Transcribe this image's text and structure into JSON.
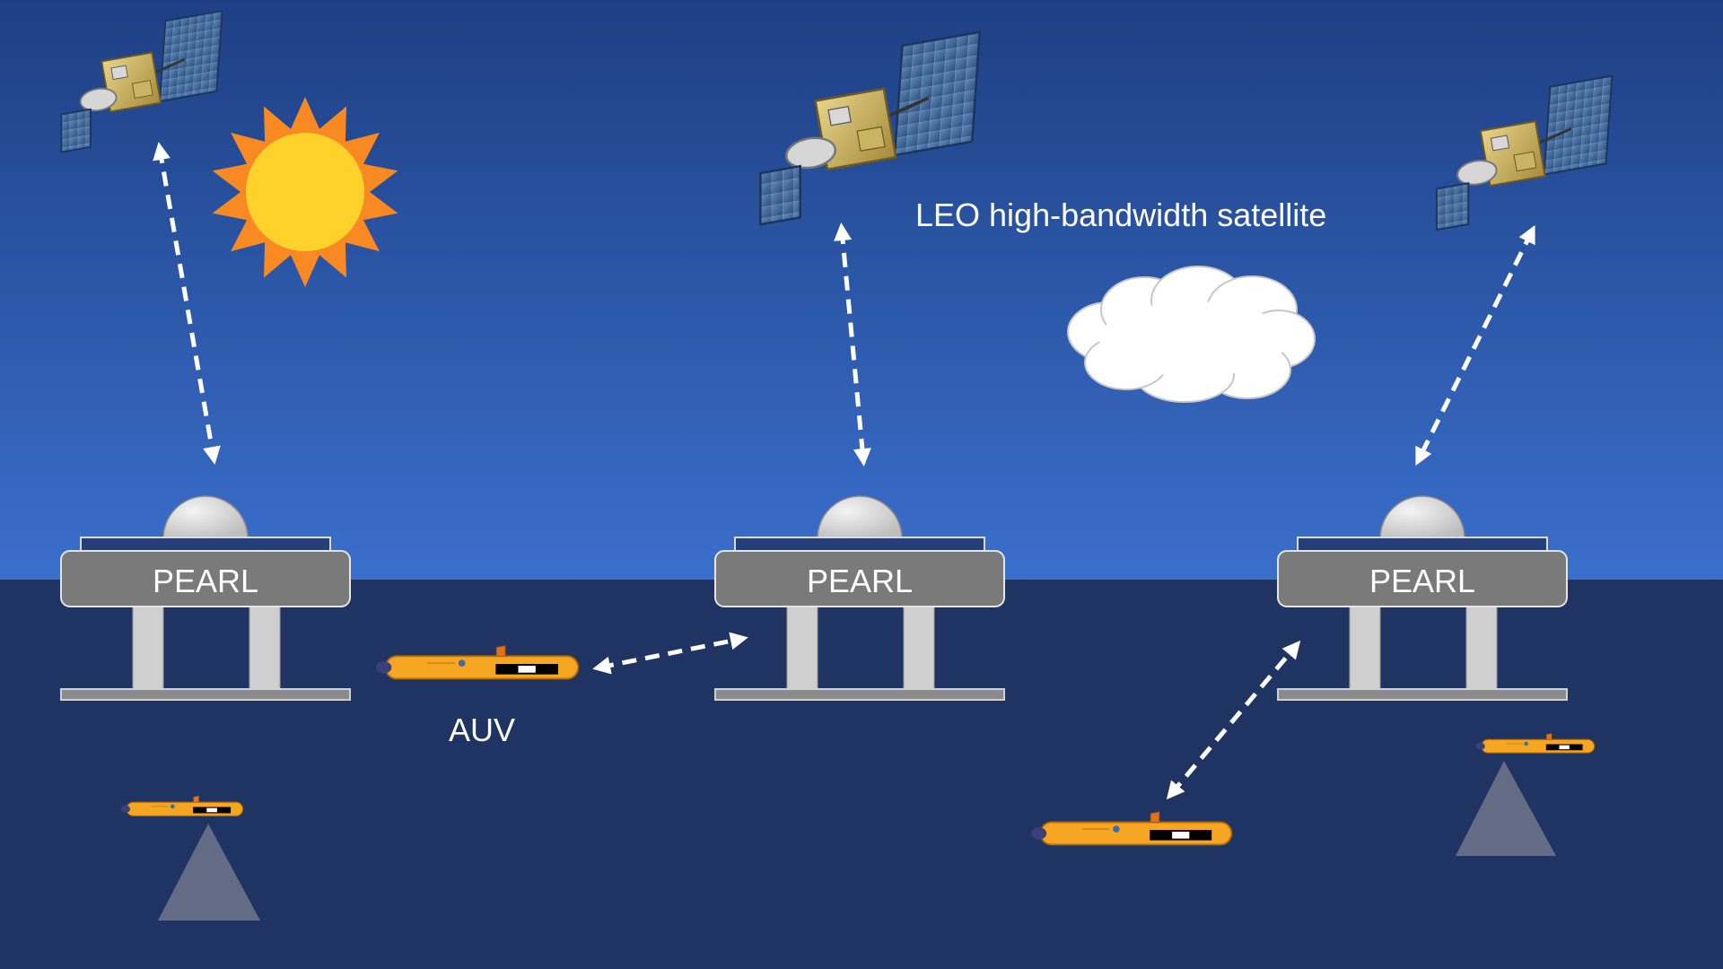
{
  "diagram": {
    "satellite_label": "LEO high-bandwidth satellite",
    "auv_label": "AUV",
    "platforms": [
      {
        "label": "PEARL"
      },
      {
        "label": "PEARL"
      },
      {
        "label": "PEARL"
      }
    ],
    "icons": [
      "satellite-icon",
      "sun-icon",
      "cloud-icon",
      "radome-icon",
      "auv-icon",
      "sonar-beam-icon"
    ]
  },
  "colors": {
    "sky_top": "#1e3f83",
    "sky_bottom": "#3a6fcc",
    "ocean": "#1f3462",
    "platform": "#7a7a7a",
    "sun_core": "#fed12b",
    "sun_rays": "#f98a23",
    "auv": "#f6a623",
    "sonar": "#6b7189"
  }
}
